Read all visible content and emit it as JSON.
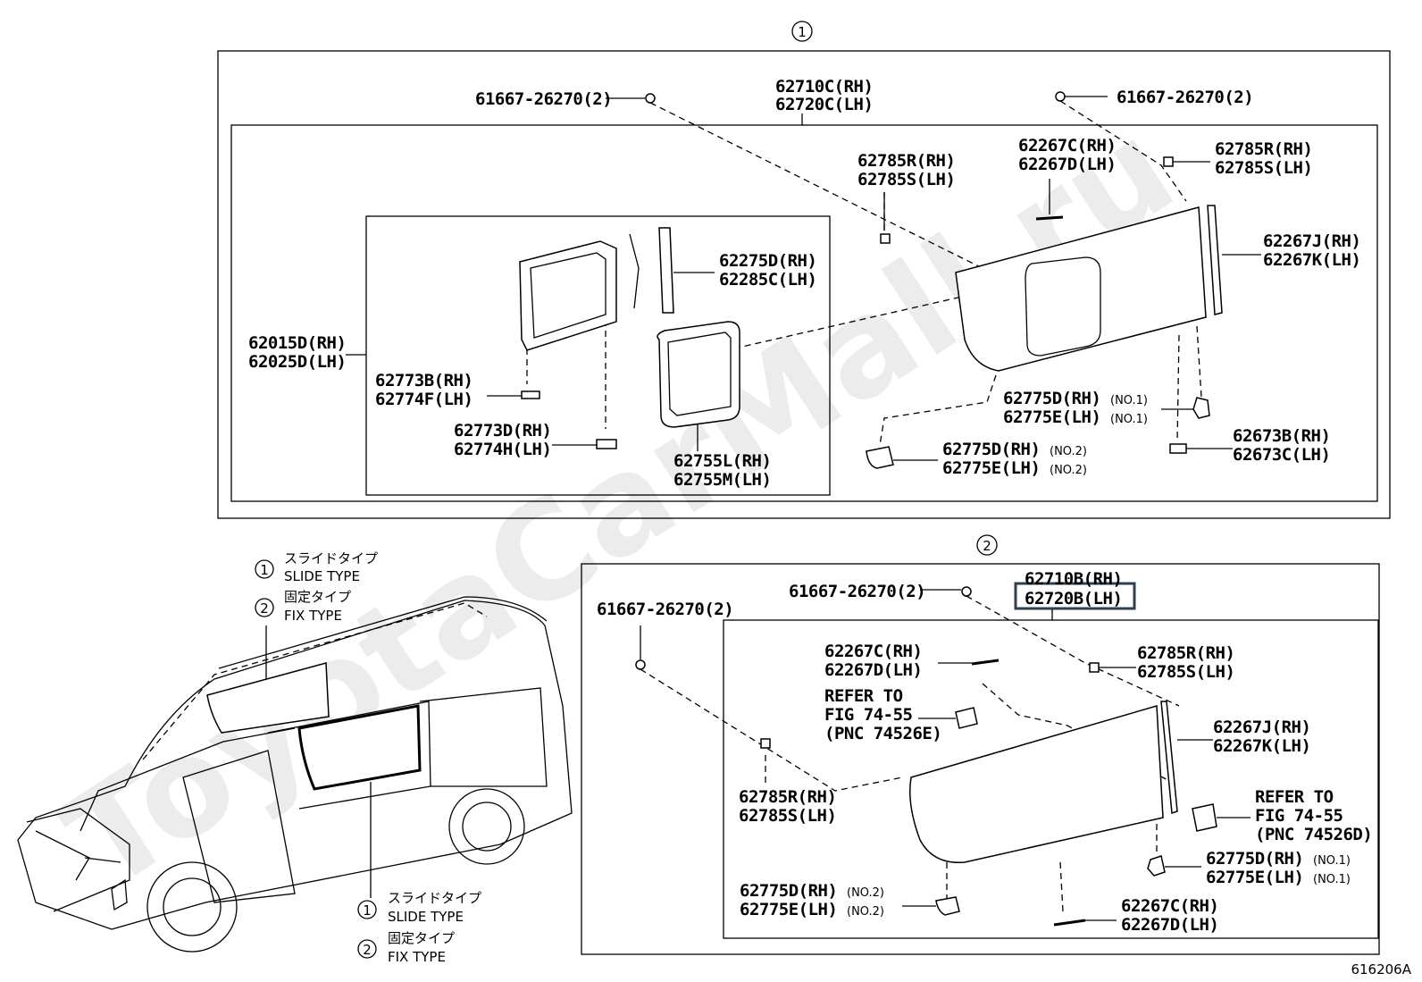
{
  "watermark": "ToyotaCarMall.ru",
  "figure_code": "616206A",
  "sections": {
    "slide_marker": "1",
    "fix_marker": "2"
  },
  "legend_top": {
    "slide_jp": "スライドタイプ",
    "slide_en": "SLIDE TYPE",
    "fix_jp": "固定タイプ",
    "fix_en": "FIX TYPE"
  },
  "legend_bottom": {
    "slide_jp": "スライドタイプ",
    "slide_en": "SLIDE TYPE",
    "fix_jp": "固定タイプ",
    "fix_en": "FIX TYPE"
  },
  "slide": {
    "clip_left": "61667-26270(2)",
    "clip_right": "61667-26270(2)",
    "glass_rh": "62710C(RH)",
    "glass_lh": "62720C(LH)",
    "clip_a_rh": "62785R(RH)",
    "clip_a_lh": "62785S(LH)",
    "mold_rh": "62267C(RH)",
    "mold_lh": "62267D(LH)",
    "clip_b_rh": "62785R(RH)",
    "clip_b_lh": "62785S(LH)",
    "side_mold_rh": "62267J(RH)",
    "side_mold_lh": "62267K(LH)",
    "slide_assy_rh": "62015D(RH)",
    "slide_assy_lh": "62025D(LH)",
    "latch_rh": "62275D(RH)",
    "latch_lh": "62285C(LH)",
    "stopper_a_rh": "62773B(RH)",
    "stopper_a_lh": "62774F(LH)",
    "stopper_b_rh": "62773D(RH)",
    "stopper_b_lh": "62774H(LH)",
    "seal_rh": "62755L(RH)",
    "seal_lh": "62755M(LH)",
    "cover1_rh": "62775D(RH)",
    "cover1_lh": "62775E(LH)",
    "cover1_note": "(NO.1)",
    "cover2_rh": "62775D(RH)",
    "cover2_lh": "62775E(LH)",
    "cover2_note": "(NO.2)",
    "retainer_rh": "62673B(RH)",
    "retainer_lh": "62673C(LH)"
  },
  "fix": {
    "clip_top": "61667-26270(2)",
    "clip_left": "61667-26270(2)",
    "glass_rh": "62710B(RH)",
    "glass_lh": "62720B(LH)",
    "mold_top_rh": "62267C(RH)",
    "mold_top_lh": "62267D(LH)",
    "refer1_a": "REFER TO",
    "refer1_b": "FIG 74-55",
    "refer1_c": "(PNC 74526E)",
    "clip_a_rh": "62785R(RH)",
    "clip_a_lh": "62785S(LH)",
    "side_mold_rh": "62267J(RH)",
    "side_mold_lh": "62267K(LH)",
    "clip_b_rh": "62785R(RH)",
    "clip_b_lh": "62785S(LH)",
    "refer2_a": "REFER TO",
    "refer2_b": "FIG 74-55",
    "refer2_c": "(PNC 74526D)",
    "cover1_rh": "62775D(RH)",
    "cover1_lh": "62775E(LH)",
    "cover1_note": "(NO.1)",
    "cover2_rh": "62775D(RH)",
    "cover2_lh": "62775E(LH)",
    "cover2_note": "(NO.2)",
    "mold_bot_rh": "62267C(RH)",
    "mold_bot_lh": "62267D(LH)"
  }
}
